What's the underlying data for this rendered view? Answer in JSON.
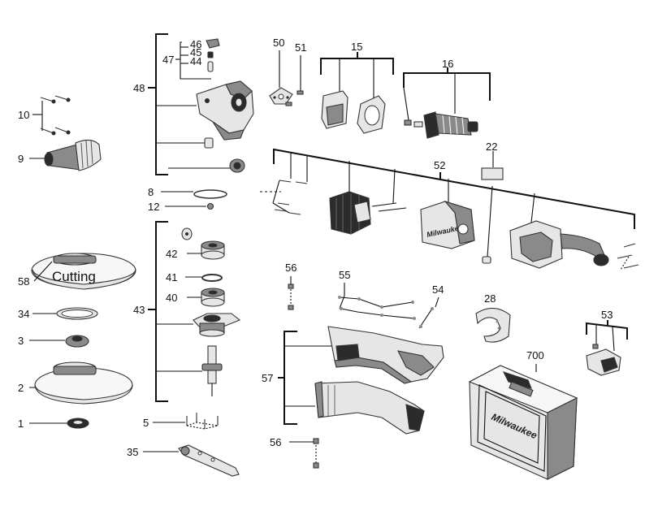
{
  "callouts": {
    "c1": "1",
    "c2": "2",
    "c3": "3",
    "c5": "5",
    "c8": "8",
    "c9": "9",
    "c10": "10",
    "c12": "12",
    "c15": "15",
    "c16": "16",
    "c22": "22",
    "c28": "28",
    "c34": "34",
    "c35": "35",
    "c40": "40",
    "c41": "41",
    "c42": "42",
    "c43": "43",
    "c44": "44",
    "c45": "45",
    "c46": "46",
    "c47": "47",
    "c48": "48",
    "c50": "50",
    "c51": "51",
    "c52": "52",
    "c53": "53",
    "c54": "54",
    "c55": "55",
    "c56a": "56",
    "c56b": "56",
    "c57": "57",
    "c58": "58",
    "c700": "700"
  },
  "guard_text": "Cutting",
  "case_logo": "Milwaukee",
  "housing_logo": "Milwaukee",
  "colors": {
    "ink": "#111111",
    "part_dark": "#2b2b2b",
    "part_mid": "#8a8a8a",
    "part_light": "#e6e6e6",
    "background": "#ffffff"
  }
}
